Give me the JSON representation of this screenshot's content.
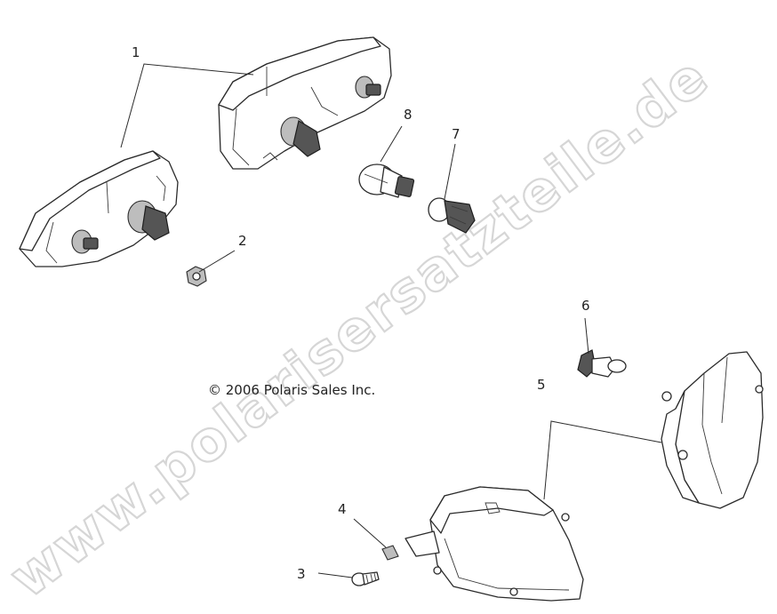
{
  "copyright": "© 2006 Polaris Sales Inc.",
  "watermark": "www.polarisersatzteile.de",
  "callouts": {
    "c1": "1",
    "c2": "2",
    "c3": "3",
    "c4": "4",
    "c5": "5",
    "c6": "6",
    "c7": "7",
    "c8": "8"
  },
  "parts": [
    {
      "number": "1",
      "icon": "tail-light-assembly-icon"
    },
    {
      "number": "2",
      "icon": "nut-icon"
    },
    {
      "number": "3",
      "icon": "screw-icon"
    },
    {
      "number": "4",
      "icon": "clip-nut-icon"
    },
    {
      "number": "5",
      "icon": "headlight-assembly-icon"
    },
    {
      "number": "6",
      "icon": "headlight-bulb-icon"
    },
    {
      "number": "7",
      "icon": "bulb-socket-icon"
    },
    {
      "number": "8",
      "icon": "wedge-bulb-icon"
    }
  ]
}
